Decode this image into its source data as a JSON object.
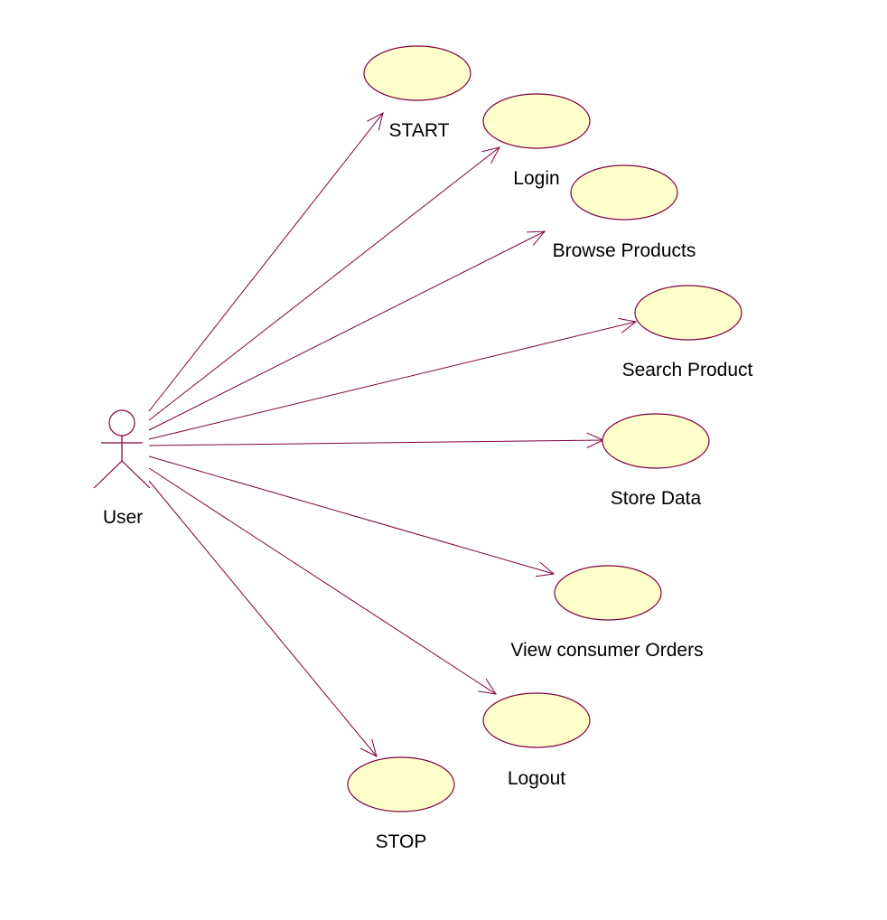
{
  "colors": {
    "line": "#800040",
    "use_case_fill": "#ffffcc",
    "text": "#000000",
    "background": "#ffffff"
  },
  "actor": {
    "label": "User"
  },
  "use_cases": [
    {
      "id": "start",
      "label": "START"
    },
    {
      "id": "login",
      "label": "Login"
    },
    {
      "id": "browse-products",
      "label": "Browse Products"
    },
    {
      "id": "search-product",
      "label": "Search Product"
    },
    {
      "id": "store-data",
      "label": "Store Data"
    },
    {
      "id": "view-consumer-orders",
      "label": "View consumer Orders"
    },
    {
      "id": "logout",
      "label": "Logout"
    },
    {
      "id": "stop",
      "label": "STOP"
    }
  ],
  "associations": [
    {
      "from": "actor",
      "to": "start"
    },
    {
      "from": "actor",
      "to": "login"
    },
    {
      "from": "actor",
      "to": "browse-products"
    },
    {
      "from": "actor",
      "to": "search-product"
    },
    {
      "from": "actor",
      "to": "store-data"
    },
    {
      "from": "actor",
      "to": "view-consumer-orders"
    },
    {
      "from": "actor",
      "to": "logout"
    },
    {
      "from": "actor",
      "to": "stop"
    }
  ]
}
